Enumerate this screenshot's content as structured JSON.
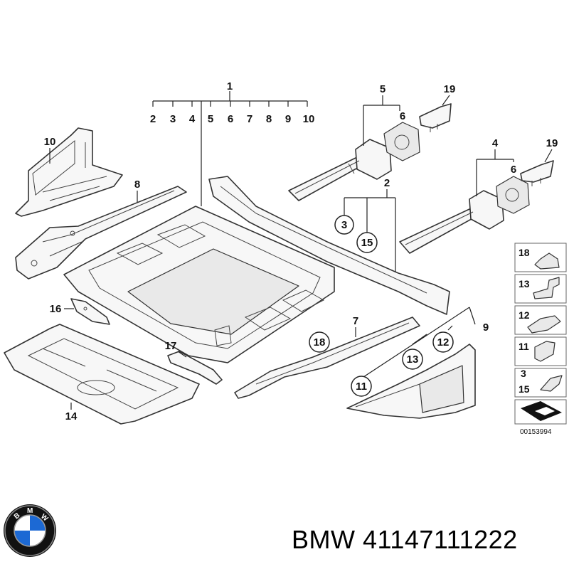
{
  "diagram": {
    "callouts": {
      "c1": "1",
      "c2": "2",
      "c3": "3",
      "c4": "4",
      "c5": "5",
      "c6a": "6",
      "c6b": "6",
      "c7": "7",
      "c8": "8",
      "c9": "9",
      "c10": "10",
      "c11": "11",
      "c12": "12",
      "c13": "13",
      "c14": "14",
      "c15": "15",
      "c16": "16",
      "c17": "17",
      "c18": "18",
      "c19a": "19",
      "c19b": "19"
    },
    "subparts": [
      "2",
      "3",
      "4",
      "5",
      "6",
      "7",
      "8",
      "9",
      "10"
    ],
    "legend": [
      "18",
      "13",
      "12",
      "11",
      "3",
      "15"
    ],
    "code": "00153994"
  },
  "logo": {
    "ring_text": "BMW",
    "colors": [
      "#1c69d4",
      "#ffffff",
      "#000000"
    ]
  },
  "caption": "BMW 41147111222"
}
